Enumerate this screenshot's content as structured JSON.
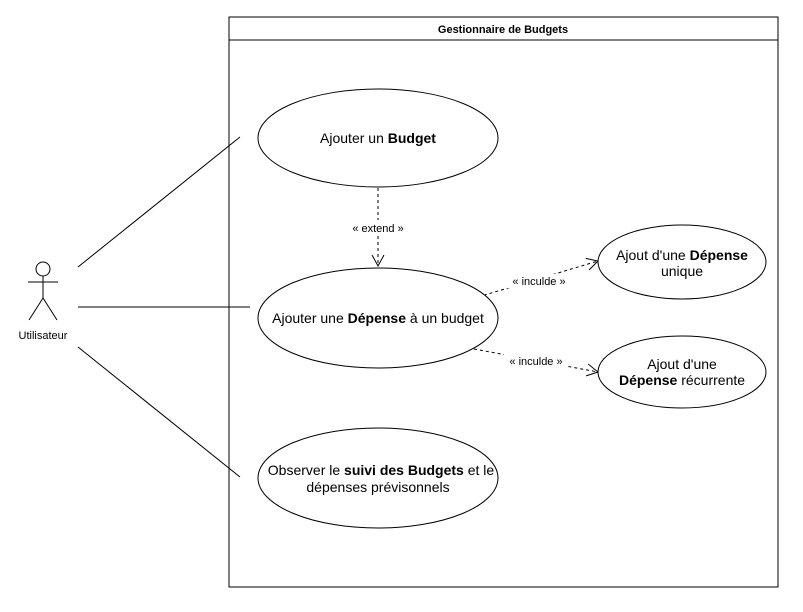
{
  "system": {
    "title": "Gestionnaire de Budgets"
  },
  "actor": {
    "label": "Utilisateur"
  },
  "use_cases": {
    "add_budget": {
      "prefix": "Ajouter un ",
      "bold": "Budget"
    },
    "add_expense": {
      "prefix": "Ajouter une ",
      "bold": "Dépense",
      "suffix": " à un budget"
    },
    "single_expense": {
      "line1_prefix": "Ajout d'une ",
      "line1_bold": "Dépense",
      "line2": "unique"
    },
    "recurring_expense": {
      "line1": "Ajout d'une",
      "line2_bold": "Dépense",
      "line2_suffix": " récurrente"
    },
    "track_budgets": {
      "line1_prefix": "Observer le ",
      "line1_bold": "suivi des Budgets",
      "line1_suffix": " et le",
      "line2": "dépenses prévisonnels"
    }
  },
  "relations": {
    "extend_label": "« extend »",
    "include_label_1": "« inculde »",
    "include_label_2": "« inculde »"
  }
}
